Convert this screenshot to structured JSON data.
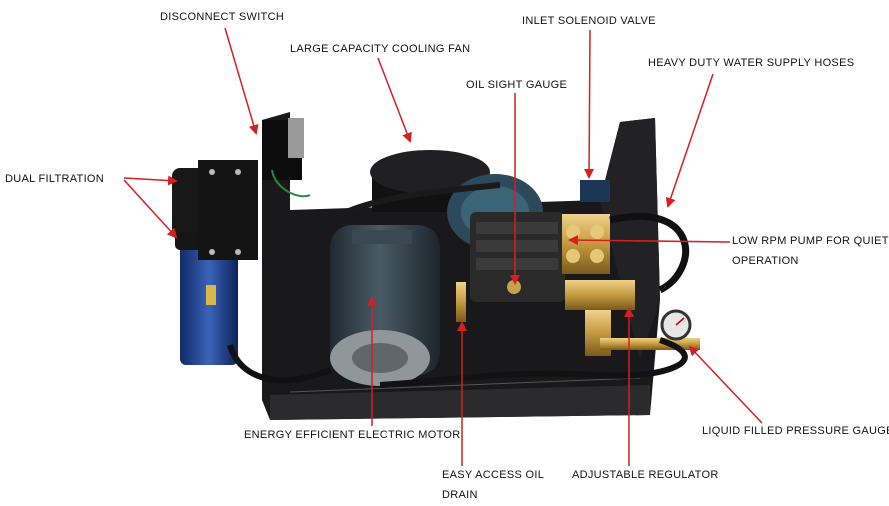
{
  "labels": {
    "disconnect_switch": "DISCONNECT SWITCH",
    "cooling_fan": "LARGE CAPACITY COOLING FAN",
    "inlet_valve": "INLET SOLENOID VALVE",
    "oil_gauge": "OIL SIGHT GAUGE",
    "water_hoses": "HEAVY DUTY  WATER SUPPLY HOSES",
    "dual_filtration": "DUAL FILTRATION",
    "pump_line1": "LOW RPM PUMP FOR QUIET",
    "pump_line2": "OPERATION",
    "motor": "ENERGY  EFFICIENT ELECTRIC MOTOR",
    "pressure_gauge": "LIQUID FILLED PRESSURE GAUGE",
    "oil_drain_line1": "EASY ACCESS OIL",
    "oil_drain_line2": "DRAIN",
    "regulator": "ADJUSTABLE REGULATOR"
  },
  "colors": {
    "arrow": "#d42020",
    "text": "#111111",
    "chassis": "#1b1b1d",
    "motor": "#2f3c45",
    "pump": "#2a2a2a",
    "brass": "#c49a3e",
    "filter": "#1e3f8a"
  }
}
